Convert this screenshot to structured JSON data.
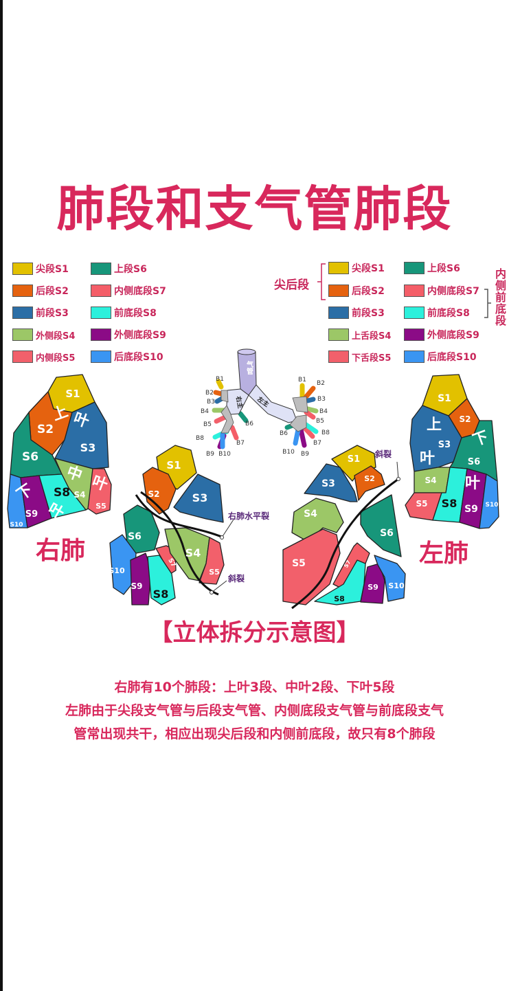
{
  "title": "肺段和支气管肺段",
  "colors": {
    "S1": "#e2c100",
    "S2": "#e5620f",
    "S3": "#2b6ea6",
    "S4": "#9cc767",
    "S5": "#f2606b",
    "S6": "#17967a",
    "S7": "#f45e68",
    "S8": "#2cf0dc",
    "S9": "#8b0b86",
    "S10": "#3a95f2",
    "accent": "#d8285c",
    "trachea": "#b8b0e0",
    "main_bronchus": "#dfe2f6",
    "lobar_bronchus": "#bdbdbd"
  },
  "legend_right_lung": [
    {
      "label": "尖段S1",
      "color": "#e2c100"
    },
    {
      "label": "后段S2",
      "color": "#e5620f"
    },
    {
      "label": "前段S3",
      "color": "#2b6ea6"
    },
    {
      "label": "外侧段S4",
      "color": "#9cc767"
    },
    {
      "label": "内侧段S5",
      "color": "#f2606b"
    },
    {
      "label": "上段S6",
      "color": "#17967a"
    },
    {
      "label": "内侧底段S7",
      "color": "#f45e68"
    },
    {
      "label": "前底段S8",
      "color": "#2cf0dc"
    },
    {
      "label": "外侧底段S9",
      "color": "#8b0b86"
    },
    {
      "label": "后底段S10",
      "color": "#3a95f2"
    }
  ],
  "legend_left_lung": [
    {
      "label": "尖段S1",
      "color": "#e2c100"
    },
    {
      "label": "后段S2",
      "color": "#e5620f"
    },
    {
      "label": "前段S3",
      "color": "#2b6ea6"
    },
    {
      "label": "上舌段S4",
      "color": "#9cc767"
    },
    {
      "label": "下舌段S5",
      "color": "#f2606b"
    },
    {
      "label": "上段S6",
      "color": "#17967a"
    },
    {
      "label": "内侧底段S7",
      "color": "#f45e68"
    },
    {
      "label": "前底段S8",
      "color": "#2cf0dc"
    },
    {
      "label": "外侧底段S9",
      "color": "#8b0b86"
    },
    {
      "label": "后底段S10",
      "color": "#3a95f2"
    }
  ],
  "bracket_apicoposterior": "尖后段",
  "bracket_anteromedial_basal": "内侧前底段",
  "bronchial_tree": {
    "trachea": "气管",
    "right_main": "右主",
    "left_main": "左主",
    "right_branches": [
      "B1",
      "B2",
      "B3",
      "B4",
      "B5",
      "B6",
      "B7",
      "B8",
      "B9",
      "B10"
    ],
    "left_branches": [
      "B1",
      "B2",
      "B3",
      "B4",
      "B5",
      "B6",
      "B7",
      "B8",
      "B9",
      "B10"
    ]
  },
  "segments": {
    "S1": "S1",
    "S2": "S2",
    "S3": "S3",
    "S4": "S4",
    "S5": "S5",
    "S6": "S6",
    "S7": "S7",
    "S8": "S8",
    "S9": "S9",
    "S10": "S10"
  },
  "right_lung": {
    "name": "右肺",
    "lobes": {
      "upper_1": "上",
      "upper_2": "叶",
      "middle_1": "中",
      "middle_2": "叶",
      "lower_1": "下",
      "lower_2": "叶"
    }
  },
  "left_lung": {
    "name": "左肺",
    "lobes": {
      "upper_1": "上",
      "upper_2": "叶",
      "lower_1": "下",
      "lower_2": "叶"
    }
  },
  "fissures": {
    "horizontal": "右肺水平裂",
    "oblique_right": "斜裂",
    "oblique_left": "斜裂"
  },
  "subtitle": "【立体拆分示意图】",
  "notes": [
    "右肺有10个肺段：上叶3段、中叶2段、下叶5段",
    "左肺由于尖段支气管与后段支气管、内侧底段支气管与前底段支气",
    "管常出现共干，相应出现尖后段和内侧前底段，故只有8个肺段"
  ]
}
